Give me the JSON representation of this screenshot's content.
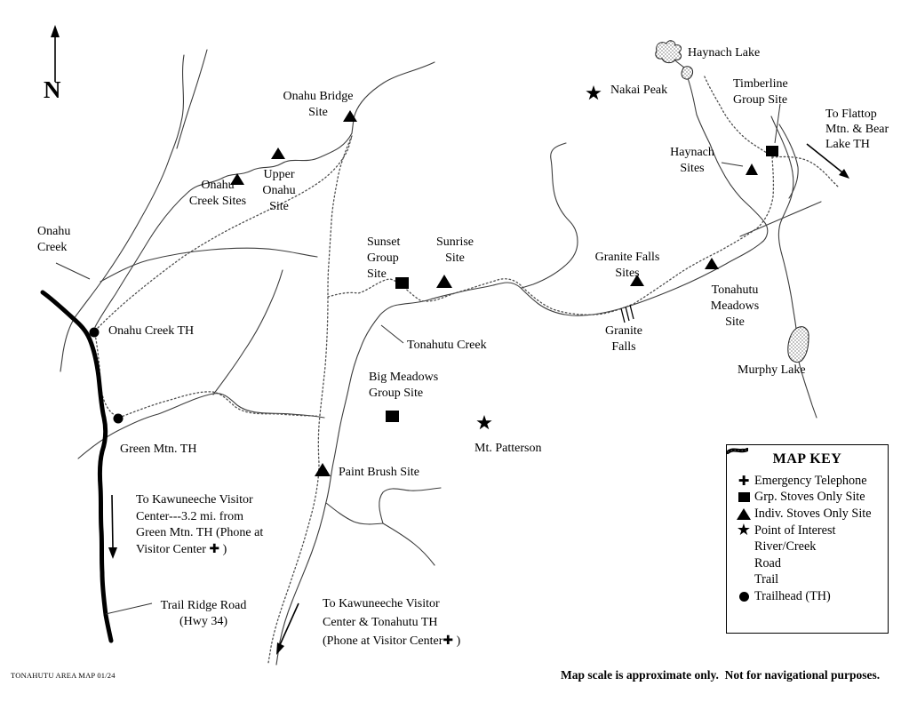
{
  "page": {
    "footer_left": "TONAHUTU AREA MAP 01/24",
    "footer_right": "Map scale is approximate only.  Not for navigational purposes."
  },
  "compass": {
    "label": "N"
  },
  "labels": {
    "onahu_bridge_site": "Onahu Bridge\nSite",
    "onahu_creek_sites": "Onahu\nCreek Sites",
    "upper_onahu_site": "Upper\nOnahu\nSite",
    "onahu_creek": "Onahu\nCreek",
    "onahu_creek_th": "Onahu Creek TH",
    "green_mtn_th": "Green Mtn. TH",
    "sunset_group_site": "Sunset\nGroup\nSite",
    "sunrise_site": "Sunrise\nSite",
    "tonahutu_creek": "Tonahutu Creek",
    "big_meadows_group_site": "Big Meadows\nGroup Site",
    "mt_patterson": "Mt. Patterson",
    "paint_brush_site": "Paint Brush Site",
    "granite_falls_sites": "Granite Falls\nSites",
    "granite_falls": "Granite\nFalls",
    "tonahutu_meadows_site": "Tonahutu\nMeadows\nSite",
    "murphy_lake": "Murphy Lake",
    "haynach_lake": "Haynach Lake",
    "nakai_peak": "Nakai Peak",
    "haynach_sites": "Haynach\nSites",
    "timberline_group_site": "Timberline\nGroup Site",
    "to_flattop": "To Flattop\nMtn. & Bear\nLake TH",
    "to_kawuneeche_green": "To Kawuneeche Visitor\nCenter---3.2 mi. from\nGreen Mtn. TH (Phone at\nVisitor Center ✚ )",
    "trail_ridge_road": "Trail Ridge Road\n(Hwy 34)",
    "to_kawuneeche_tonahutu": "To Kawuneeche Visitor\nCenter & Tonahutu TH\n(Phone at Visitor Center✚ )"
  },
  "map_key": {
    "title": "MAP KEY",
    "items": [
      {
        "symbol": "emergency-telephone",
        "label": "Emergency Telephone"
      },
      {
        "symbol": "group-stoves-site",
        "label": "Grp. Stoves Only Site"
      },
      {
        "symbol": "indiv-stoves-site",
        "label": "Indiv. Stoves Only Site"
      },
      {
        "symbol": "point-of-interest",
        "label": "Point of Interest"
      },
      {
        "symbol": "river-creek",
        "label": "River/Creek"
      },
      {
        "symbol": "road",
        "label": "Road"
      },
      {
        "symbol": "trail",
        "label": "Trail"
      },
      {
        "symbol": "trailhead",
        "label": "Trailhead (TH)"
      }
    ]
  },
  "colors": {
    "ink": "#000000",
    "creek_line": "#3d3d3d",
    "background": "#ffffff"
  }
}
